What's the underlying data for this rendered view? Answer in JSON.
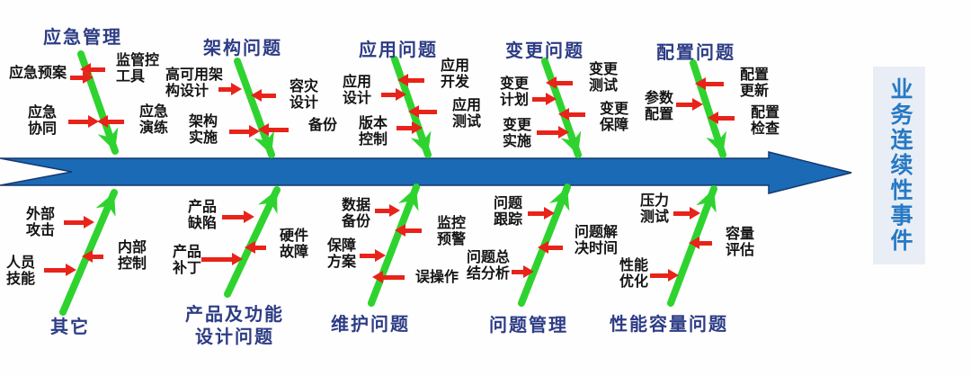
{
  "effect_label": "业务连续性事件",
  "colors": {
    "spine": "#1b6ab6",
    "spine-edge": "#15386e",
    "branch": "#2fd32f",
    "arrow": "#e8231a",
    "category": "#2d3c85",
    "cause": "#141414",
    "effect-text": "#2779c4",
    "effect-bg": "#e9eef6"
  },
  "branches": [
    {
      "label": "应急管理",
      "position": "top",
      "items": [
        {
          "text": "应急预案"
        },
        {
          "text": "监管控\n工具"
        },
        {
          "text": "应急\n协同"
        },
        {
          "text": "应急\n演练"
        }
      ]
    },
    {
      "label": "架构问题",
      "position": "top",
      "items": [
        {
          "text": "高可用架\n构设计"
        },
        {
          "text": "容灾\n设计"
        },
        {
          "text": "架构\n实施"
        },
        {
          "text": "备份"
        }
      ]
    },
    {
      "label": "应用问题",
      "position": "top",
      "items": [
        {
          "text": "应用\n设计"
        },
        {
          "text": "应用\n开发"
        },
        {
          "text": "应用\n测试"
        },
        {
          "text": "版本\n控制"
        }
      ]
    },
    {
      "label": "变更问题",
      "position": "top",
      "items": [
        {
          "text": "变更\n计划"
        },
        {
          "text": "变更\n测试"
        },
        {
          "text": "变更\n保障"
        },
        {
          "text": "变更\n实施"
        }
      ]
    },
    {
      "label": "配置问题",
      "position": "top",
      "items": [
        {
          "text": "参数\n配置"
        },
        {
          "text": "配置\n更新"
        },
        {
          "text": "配置\n检查"
        }
      ]
    },
    {
      "label": "其它",
      "position": "bottom",
      "items": [
        {
          "text": "外部\n攻击"
        },
        {
          "text": "内部\n控制"
        },
        {
          "text": "人员\n技能"
        }
      ]
    },
    {
      "label": "产品及功能\n设计问题",
      "position": "bottom",
      "items": [
        {
          "text": "产品\n缺陷"
        },
        {
          "text": "硬件\n故障"
        },
        {
          "text": "产品\n补丁"
        }
      ]
    },
    {
      "label": "维护问题",
      "position": "bottom",
      "items": [
        {
          "text": "数据\n备份"
        },
        {
          "text": "监控\n预警"
        },
        {
          "text": "保障\n方案"
        },
        {
          "text": "误操作"
        }
      ]
    },
    {
      "label": "问题管理",
      "position": "bottom",
      "items": [
        {
          "text": "问题\n跟踪"
        },
        {
          "text": "问题解\n决时间"
        },
        {
          "text": "问题总\n结分析"
        }
      ]
    },
    {
      "label": "性能容量问题",
      "position": "bottom",
      "items": [
        {
          "text": "压力\n测试"
        },
        {
          "text": "容量\n评估"
        },
        {
          "text": "性能\n优化"
        }
      ]
    }
  ]
}
